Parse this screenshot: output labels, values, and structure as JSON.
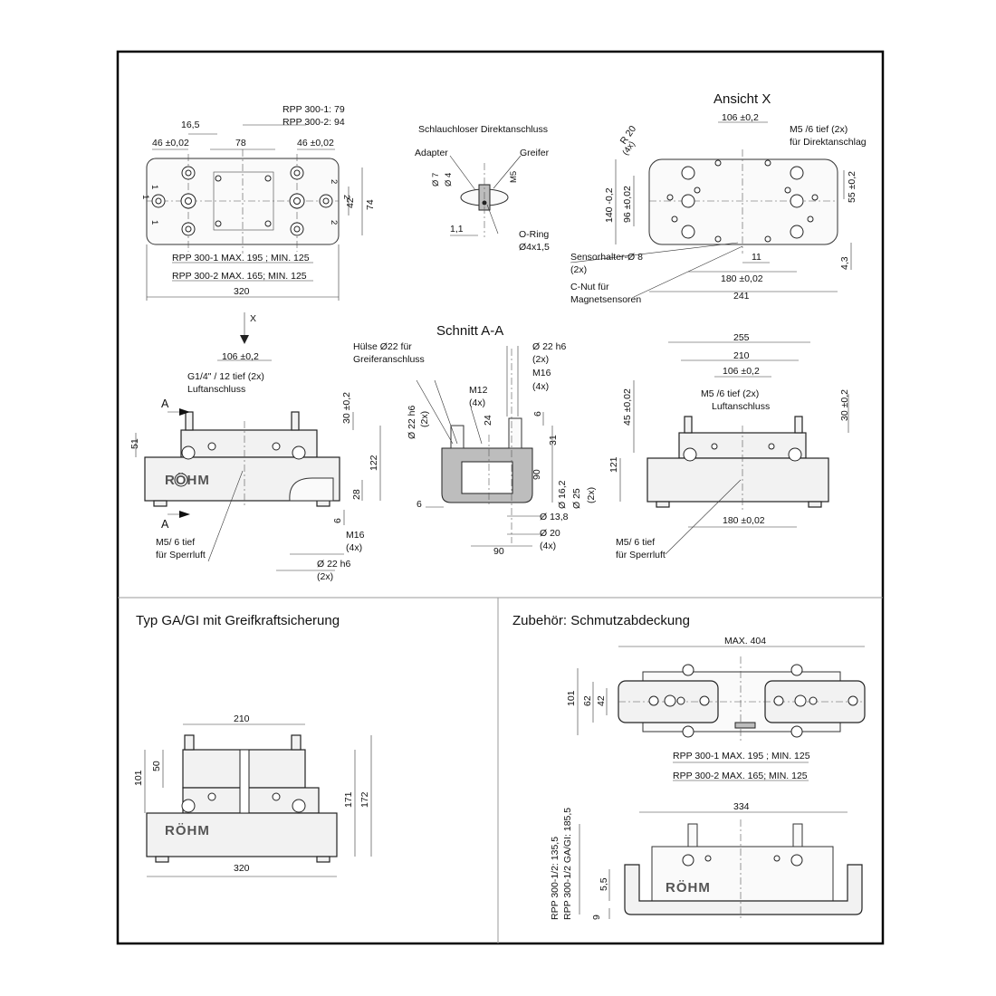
{
  "views": {
    "top_left": {
      "dims": [
        "16,5",
        "RPP 300-1: 79",
        "RPP 300-2: 94",
        "46 ±0,02",
        "78",
        "46 ±0,02",
        "42",
        "74",
        "RPP 300-1 MAX. 195 ; MIN. 125",
        "RPP 300-2 MAX. 165; MIN. 125",
        "320"
      ],
      "marks": [
        "1",
        "1",
        "2",
        "2",
        "1",
        "2"
      ]
    },
    "hoseless": {
      "title": "Schlauchloser Direktanschluss",
      "labels": [
        "Adapter",
        "Greifer",
        "Ø 7",
        "Ø 4",
        "M5",
        "1,1",
        "O-Ring",
        "Ø4x1,5"
      ]
    },
    "ansicht_x": {
      "title": "Ansicht X",
      "labels": [
        "106 ±0,2",
        "M5  /6 tief (2x)",
        "für Direktanschlag",
        "R 20",
        "(4x)",
        "140 -0,2",
        "96 ±0,02",
        "55 ±0,2",
        "Sensorhalter-Ø 8",
        "(2x)",
        "11",
        "180 ±0,02",
        "4,3",
        "C-Nut für",
        "Magnetsensoren",
        "241"
      ]
    },
    "side_left": {
      "labels": [
        "X",
        "106 ±0,2",
        "G1/4\"  / 12 tief (2x)",
        "Luftanschluss",
        "A",
        "A",
        "51",
        "30 ±0,2",
        "122",
        "28",
        "6",
        "M16",
        "(4x)",
        "M5/ 6 tief",
        "für Sperrluft",
        "Ø 22 h6",
        "(2x)"
      ]
    },
    "section_aa": {
      "title": "Schnitt A-A",
      "labels": [
        "Hülse Ø22 für",
        "Greiferanschluss",
        "Ø 22 h6",
        "(2x)",
        "M16",
        "(4x)",
        "M12",
        "(4x)",
        "24",
        "6",
        "Ø 22 h6",
        "(2x)",
        "31",
        "90",
        "Ø 16,2",
        "Ø 25",
        "(2x)",
        "Ø 13,8",
        "Ø 20",
        "(4x)",
        "6",
        "90"
      ]
    },
    "side_right": {
      "labels": [
        "255",
        "210",
        "106 ±0,2",
        "M5  /6 tief (2x)",
        "Luftanschluss",
        "45 ±0,02",
        "30 ±0,2",
        "121",
        "180 ±0,02",
        "M5/ 6 tief",
        "für Sperrluft"
      ]
    }
  },
  "ga_gi": {
    "title": "Typ GA/GI mit Greifkraftsicherung",
    "labels": [
      "210",
      "50",
      "101",
      "171",
      "172",
      "320"
    ]
  },
  "zubehoer": {
    "title": "Zubehör: Schmutzabdeckung",
    "labels": [
      "MAX. 404",
      "101",
      "62",
      "42",
      "RPP 300-1 MAX. 195 ; MIN. 125",
      "RPP 300-2 MAX. 165; MIN. 125",
      "334",
      "RPP 300-1/2: 135,5",
      "RPP 300-1/2 GA/GI: 185,5",
      "5,5",
      "9"
    ]
  },
  "logo_text": "RÖHM"
}
